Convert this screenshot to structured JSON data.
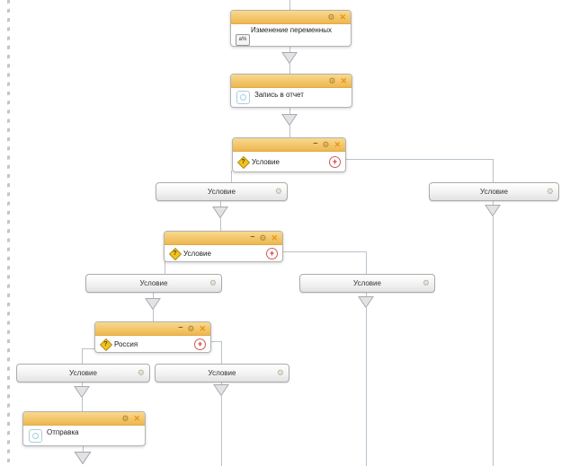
{
  "canvas": {
    "colors": {
      "header_orange_top": "#f9d98f",
      "header_orange_bottom": "#edb750",
      "connector_line": "#b9c2cb",
      "add_branch_red": "#c43434",
      "condition_diamond_yellow": "#f3c21c",
      "report_icon_blue": "#a9cede"
    }
  },
  "icons": {
    "gear": "⚙",
    "close": "✕",
    "minimize": "–",
    "plus": "+",
    "variables": "a%",
    "question": "?"
  },
  "nodes": {
    "change_variables": {
      "title": "Изменение переменных"
    },
    "write_report": {
      "title": "Запись в отчет"
    },
    "condition_top": {
      "title": "Условие"
    },
    "condition_mid": {
      "title": "Условие"
    },
    "russia": {
      "title": "Россия"
    },
    "send": {
      "title": "Отправка"
    }
  },
  "branches": {
    "cond1_left": {
      "label": "Условие"
    },
    "cond1_right": {
      "label": "Условие"
    },
    "cond2_left": {
      "label": "Условие"
    },
    "cond2_right": {
      "label": "Условие"
    },
    "russia_left": {
      "label": "Условие"
    },
    "russia_right": {
      "label": "Условие"
    }
  }
}
